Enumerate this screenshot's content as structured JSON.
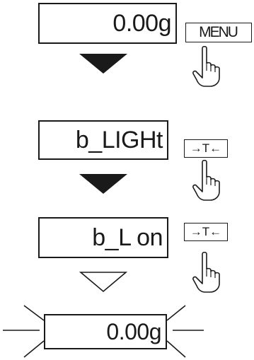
{
  "steps": [
    {
      "display_text": "0.00g",
      "key_label": "MENU",
      "arrow": "filled"
    },
    {
      "display_text": "b_LIGHt",
      "key_label": "→T←",
      "arrow": "filled"
    },
    {
      "display_text": "b_L on",
      "key_label": "→T←",
      "arrow": "outline"
    },
    {
      "display_text": "0.00g",
      "flashing": true
    }
  ],
  "colors": {
    "ink": "#1a1a1a",
    "background": "#ffffff"
  },
  "icons": [
    "down-arrow-filled-icon",
    "down-arrow-outline-icon",
    "hand-pointer-icon",
    "flash-rays-icon"
  ]
}
